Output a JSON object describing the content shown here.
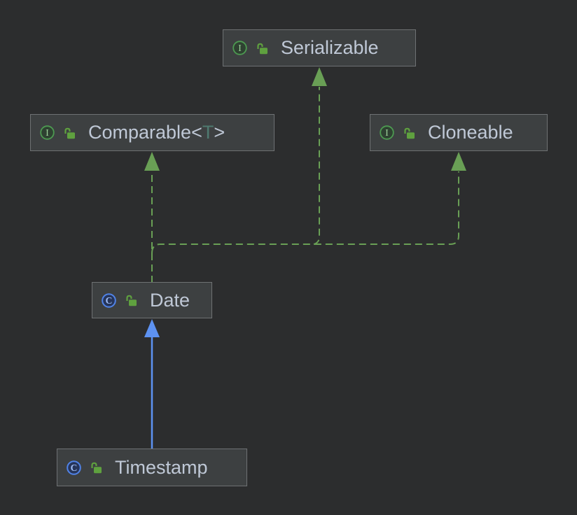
{
  "diagram": {
    "kind": "uml-class-diagram",
    "nodes": [
      {
        "id": "Serializable",
        "kind": "interface",
        "visibility": "public",
        "label": "Serializable"
      },
      {
        "id": "Comparable",
        "kind": "interface",
        "visibility": "public",
        "label": "Comparable",
        "generic_open": "<",
        "type_param": "T",
        "generic_close": ">"
      },
      {
        "id": "Cloneable",
        "kind": "interface",
        "visibility": "public",
        "label": "Cloneable"
      },
      {
        "id": "Date",
        "kind": "class",
        "visibility": "public",
        "label": "Date"
      },
      {
        "id": "Timestamp",
        "kind": "class",
        "visibility": "public",
        "label": "Timestamp"
      }
    ],
    "edges": [
      {
        "from": "Date",
        "to": "Comparable<T>",
        "relation": "implements",
        "line": "dashed",
        "arrowhead": "filled-triangle",
        "color": "#699F55"
      },
      {
        "from": "Date",
        "to": "Serializable",
        "relation": "implements",
        "line": "dashed",
        "arrowhead": "filled-triangle",
        "color": "#699F55"
      },
      {
        "from": "Date",
        "to": "Cloneable",
        "relation": "implements",
        "line": "dashed",
        "arrowhead": "filled-triangle",
        "color": "#699F55"
      },
      {
        "from": "Timestamp",
        "to": "Date",
        "relation": "extends",
        "line": "solid",
        "arrowhead": "filled-triangle",
        "color": "#5D92F2"
      }
    ],
    "colors": {
      "canvas-bg": "#2C2D2E",
      "node-bg": "#3D4041",
      "node-border": "#6E7173",
      "node-text": "#BFC8D6",
      "type-param": "#4F7A70",
      "edge-implements": "#699F55",
      "edge-extends": "#5D92F2",
      "interface-icon-green": "#4D9A51",
      "class-icon-blue": "#5083E8",
      "lock-icon-green": "#5FA13F"
    }
  }
}
